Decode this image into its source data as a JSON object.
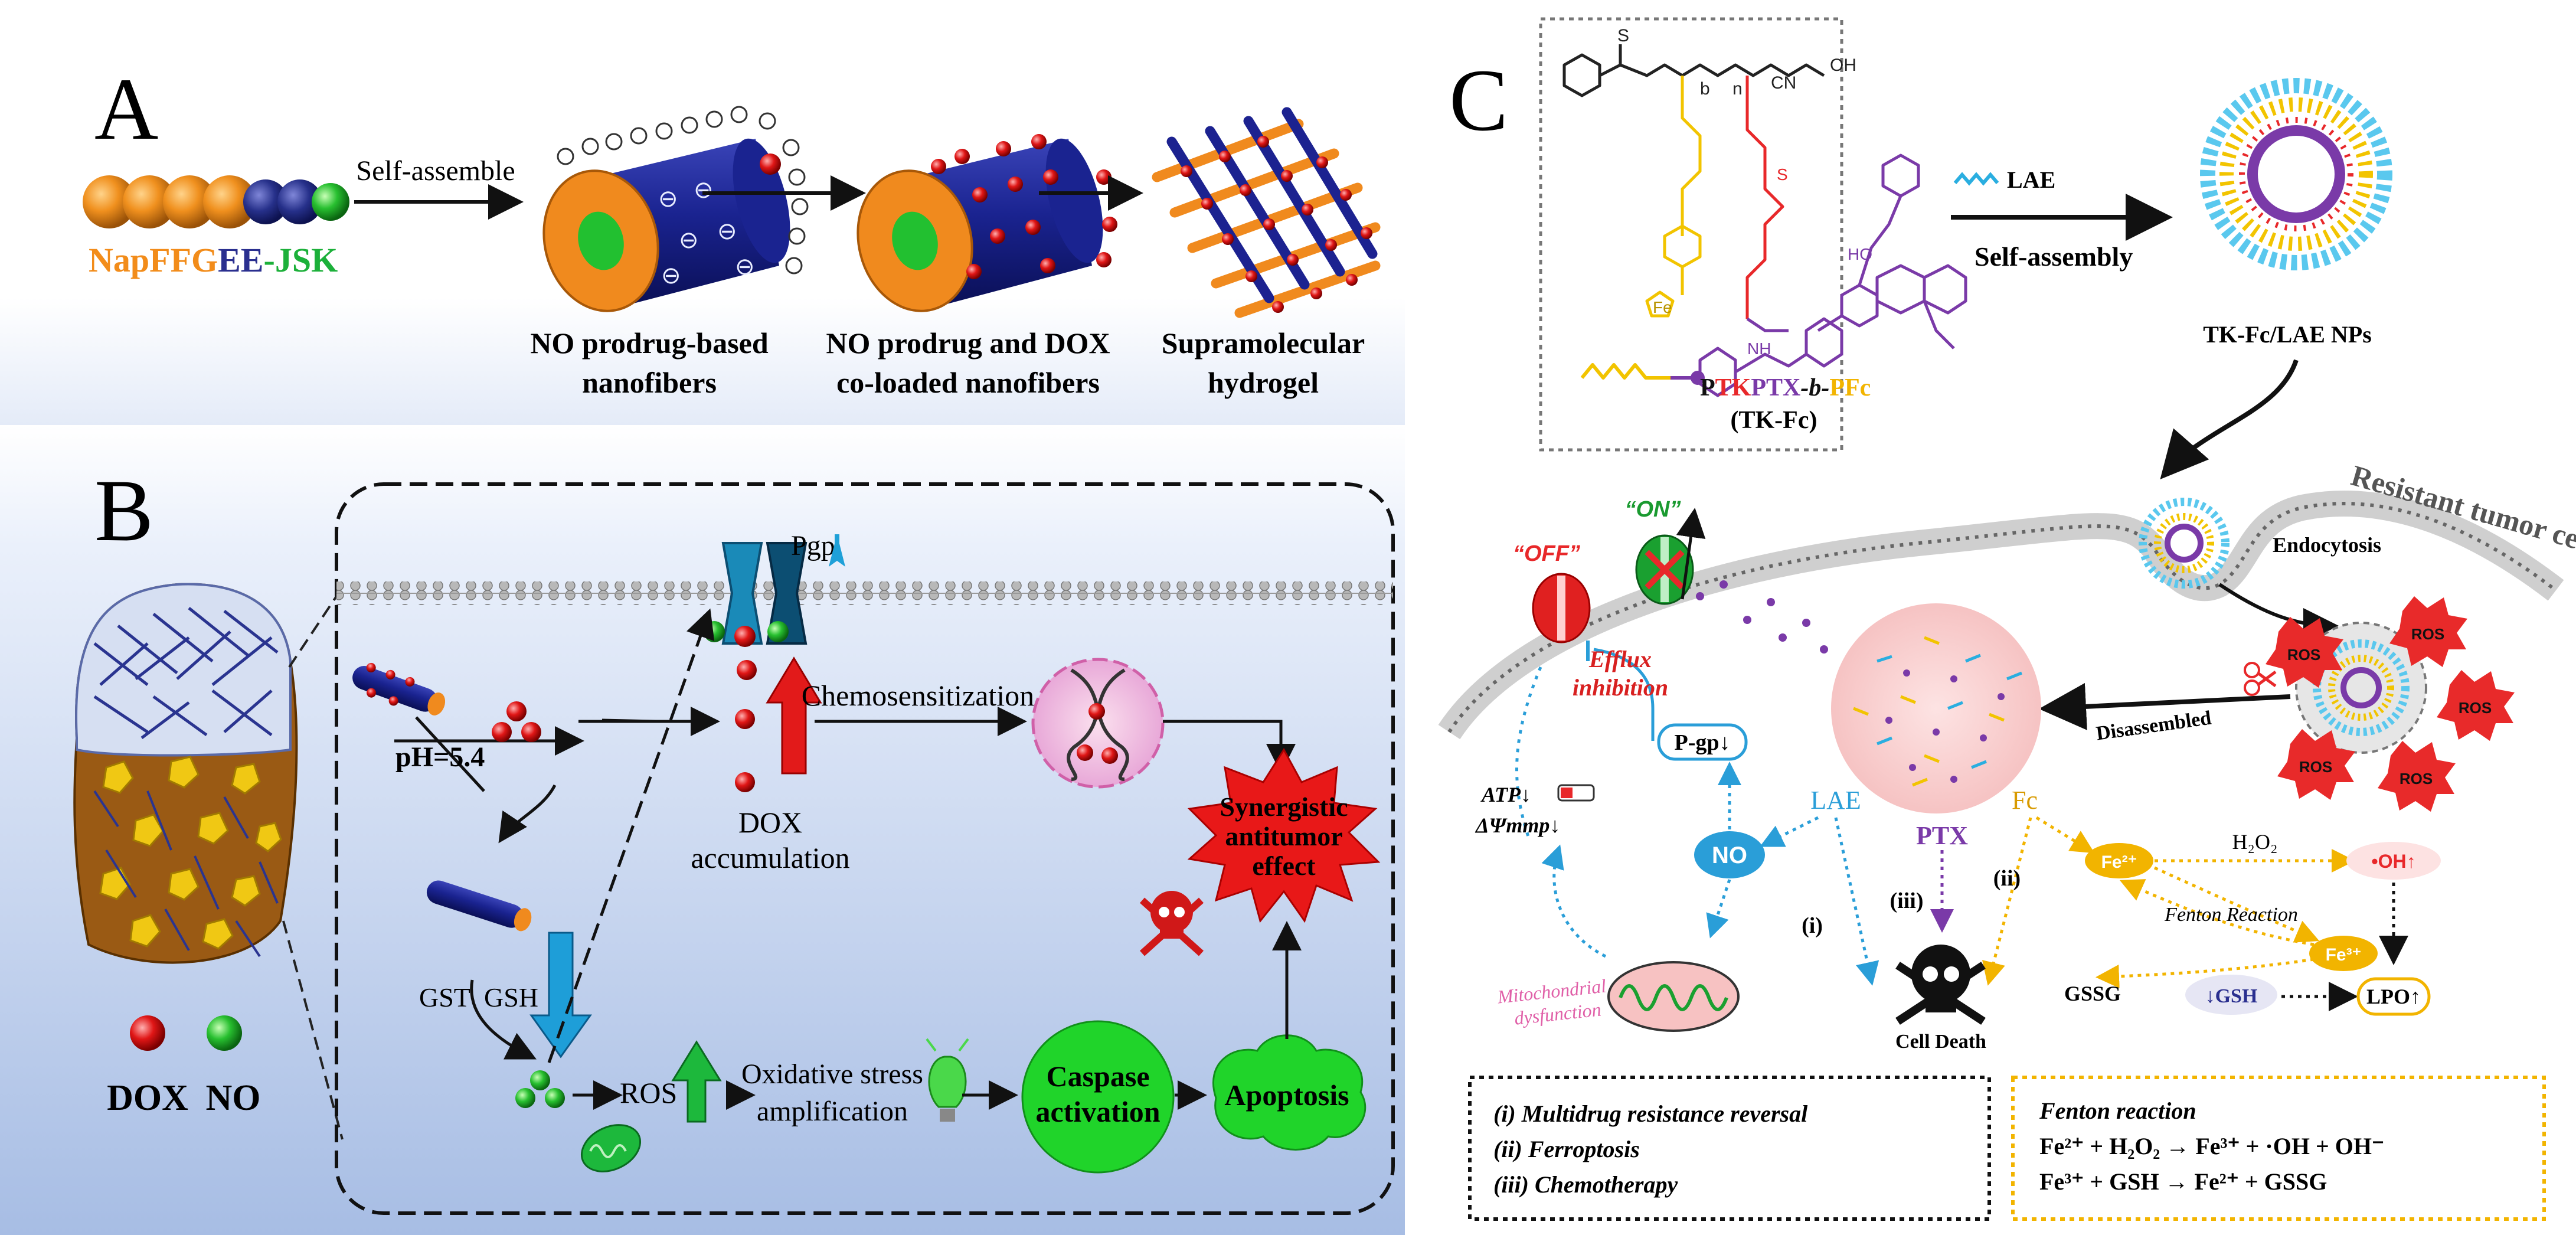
{
  "panelA": {
    "letter": "A",
    "peptide": {
      "part1": "NapFFG",
      "part2": "EE",
      "part3": "-JSK"
    },
    "step_label": "Self-assemble",
    "captions": [
      {
        "line1": "NO prodrug-based",
        "line2": "nanofibers"
      },
      {
        "line1": "NO prodrug and DOX",
        "line2": "co-loaded nanofibers"
      },
      {
        "line1": "Supramolecular",
        "line2": "hydrogel"
      }
    ],
    "charges": [
      "⊖",
      "⊖",
      "⊖",
      "⊖",
      "⊖",
      "⊖"
    ]
  },
  "panelB": {
    "letter": "B",
    "pgp": "Pgp",
    "ph": "pH=5.4",
    "chemosens": "Chemosensitization",
    "dox_acc": {
      "line1": "DOX",
      "line2": "accumulation"
    },
    "gst": "GST",
    "gsh": "GSH",
    "ros": "ROS",
    "oxidative": {
      "line1": "Oxidative stress",
      "line2": "amplification"
    },
    "caspase": {
      "line1": "Caspase",
      "line2": "activation"
    },
    "apoptosis": "Apoptosis",
    "synergy": {
      "line1": "Synergistic",
      "line2": "antitumor",
      "line3": "effect"
    },
    "legend": {
      "dox": "DOX",
      "no": "NO"
    }
  },
  "panelC": {
    "letter": "C",
    "polymer": {
      "p": "P",
      "tk": "TK",
      "ptx": "PTX",
      "b": "-b-",
      "pfc": "PFc",
      "abbr": "(TK-Fc)"
    },
    "chem_labels": {
      "cn": "CN",
      "oh": "OH",
      "fe": "Fe",
      "nh": "NH",
      "s": "S",
      "n": "n",
      "b": "b",
      "ho": "HO"
    },
    "lae": "LAE",
    "self_assembly": "Self-assembly",
    "nps": "TK-Fc/LAE NPs",
    "resistant": "Resistant tumor cell",
    "endocytosis": "Endocytosis",
    "ros": "ROS",
    "disassembled": "Disassembled",
    "off": "“OFF”",
    "on": "“ON”",
    "efflux": {
      "line1": "Efflux",
      "line2": "inhibition"
    },
    "pgp": "P-gp↓",
    "atp": "ATP↓",
    "dpsi": "ΔΨmmp↓",
    "lae2": "LAE",
    "ptx": "PTX",
    "fc": "Fc",
    "no": "NO",
    "mito": {
      "line1": "Mitochondrial",
      "line2": "dysfunction"
    },
    "roman": {
      "i": "(i)",
      "ii": "(ii)",
      "iii": "(iii)"
    },
    "cell_death": "Cell Death",
    "fe2": "Fe²⁺",
    "fe3": "Fe³⁺",
    "h2o2": "H₂O₂",
    "oh": "•OH↑",
    "fenton_label": "Fenton Reaction",
    "gssg": "GSSG",
    "gsh": "↓GSH",
    "lpo": "LPO↑",
    "box1": [
      "(i) Multidrug resistance reversal",
      "(ii) Ferroptosis",
      "(iii) Chemotherapy"
    ],
    "box2": {
      "title": "Fenton reaction",
      "eq1": "Fe²⁺ + H₂O₂ → Fe³⁺ + ·OH + OH⁻",
      "eq2": "Fe³⁺ + GSH  → Fe²⁺ + GSSG"
    }
  }
}
